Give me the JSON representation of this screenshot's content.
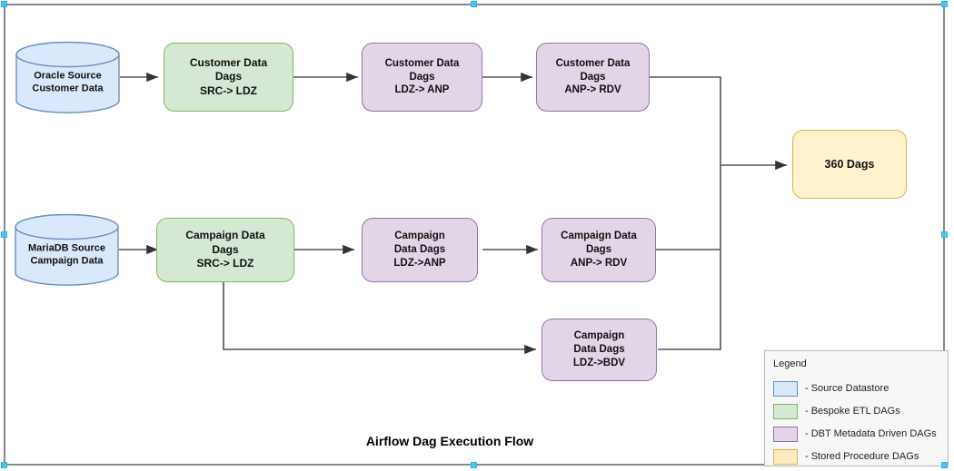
{
  "diagram": {
    "title": "Airflow Dag Execution Flow",
    "colors": {
      "source_datastore_fill": "#dae8fc",
      "source_datastore_stroke": "#6c8ebf",
      "bespoke_etl_fill": "#d5e8d4",
      "bespoke_etl_stroke": "#82b366",
      "dbt_metadata_fill": "#e1d5e7",
      "dbt_metadata_stroke": "#9673a6",
      "stored_procedure_fill": "#fff2cc",
      "stored_procedure_stroke": "#d6b656",
      "edge_stroke": "#555555",
      "selection_handle": "#4dc3f0"
    }
  },
  "nodes": {
    "oracle_source": "Oracle Source\nCustomer Data",
    "mariadb_source": "MariaDB Source\nCampaign Data",
    "customer_src_ldz": "Customer Data\nDags\nSRC-> LDZ",
    "customer_ldz_anp": "Customer Data\nDags\nLDZ-> ANP",
    "customer_anp_rdv": "Customer Data\nDags\nANP-> RDV",
    "campaign_src_ldz": "Campaign Data\nDags\nSRC-> LDZ",
    "campaign_ldz_anp": "Campaign\nData Dags\nLDZ->ANP",
    "campaign_anp_rdv": "Campaign Data\nDags\nANP-> RDV",
    "campaign_ldz_bdv": "Campaign\nData Dags\nLDZ->BDV",
    "dags_360": "360 Dags"
  },
  "legend": {
    "title": "Legend",
    "items": [
      {
        "label": "- Source Datastore",
        "swatch": "blue"
      },
      {
        "label": "- Bespoke ETL DAGs",
        "swatch": "green"
      },
      {
        "label": "- DBT Metadata Driven DAGs",
        "swatch": "purple"
      },
      {
        "label": "- Stored Procedure DAGs",
        "swatch": "yellow"
      }
    ]
  }
}
